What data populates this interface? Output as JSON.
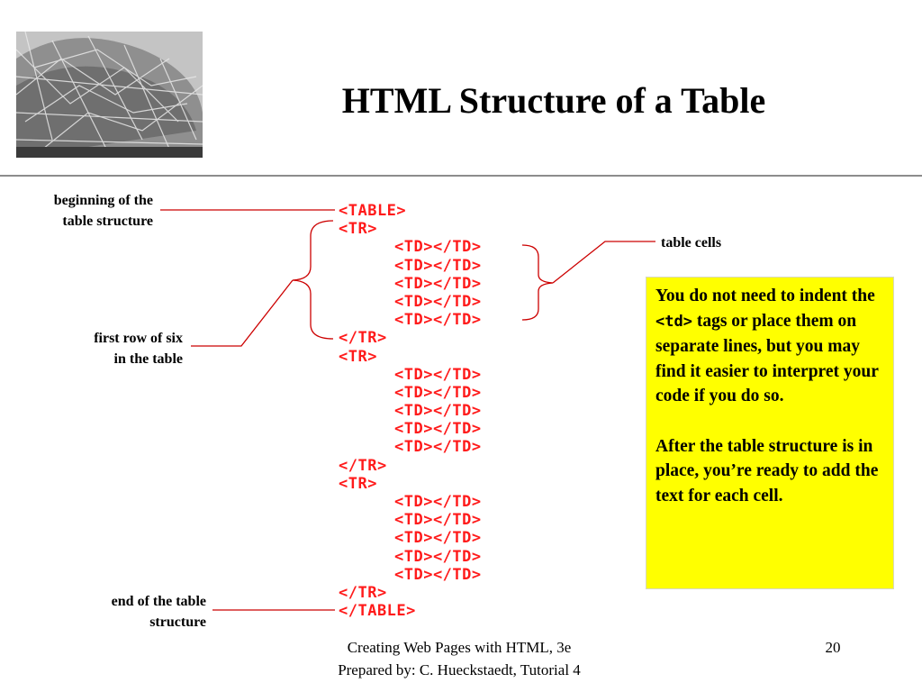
{
  "title": "HTML Structure of a Table",
  "labels": {
    "beginning": [
      "beginning of the",
      "table structure"
    ],
    "table_cells": "table cells",
    "first_row": [
      "first row of six",
      "in the table"
    ],
    "end": [
      "end of the table",
      "structure"
    ]
  },
  "code_lines": [
    {
      "text": "<TABLE>",
      "indent": false
    },
    {
      "text": "<TR>",
      "indent": false
    },
    {
      "text": "<TD></TD>",
      "indent": true
    },
    {
      "text": "<TD></TD>",
      "indent": true
    },
    {
      "text": "<TD></TD>",
      "indent": true
    },
    {
      "text": "<TD></TD>",
      "indent": true
    },
    {
      "text": "<TD></TD>",
      "indent": true
    },
    {
      "text": "</TR>",
      "indent": false
    },
    {
      "text": "<TR>",
      "indent": false
    },
    {
      "text": "<TD></TD>",
      "indent": true
    },
    {
      "text": "<TD></TD>",
      "indent": true
    },
    {
      "text": "<TD></TD>",
      "indent": true
    },
    {
      "text": "<TD></TD>",
      "indent": true
    },
    {
      "text": "<TD></TD>",
      "indent": true
    },
    {
      "text": "</TR>",
      "indent": false
    },
    {
      "text": "<TR>",
      "indent": false
    },
    {
      "text": "<TD></TD>",
      "indent": true
    },
    {
      "text": "<TD></TD>",
      "indent": true
    },
    {
      "text": "<TD></TD>",
      "indent": true
    },
    {
      "text": "<TD></TD>",
      "indent": true
    },
    {
      "text": "<TD></TD>",
      "indent": true
    },
    {
      "text": "</TR>",
      "indent": false
    },
    {
      "text": "</TABLE>",
      "indent": false
    }
  ],
  "note": {
    "p1_before": "You do not need to indent the ",
    "p1_code": "<td>",
    "p1_after": " tags or place them on separate lines, but you may find it easier to interpret your code if you do so.",
    "p2": "After the table structure is in place, you’re ready to add the text for each cell."
  },
  "footer": {
    "line1": "Creating Web Pages with HTML, 3e",
    "line2": "Prepared by: C. Hueckstaedt, Tutorial 4",
    "page_number": "20"
  },
  "colors": {
    "code": "#ff1a1a",
    "connector": "#cc0000",
    "note_background": "#ffff00",
    "rule": "#8c8c8c"
  }
}
